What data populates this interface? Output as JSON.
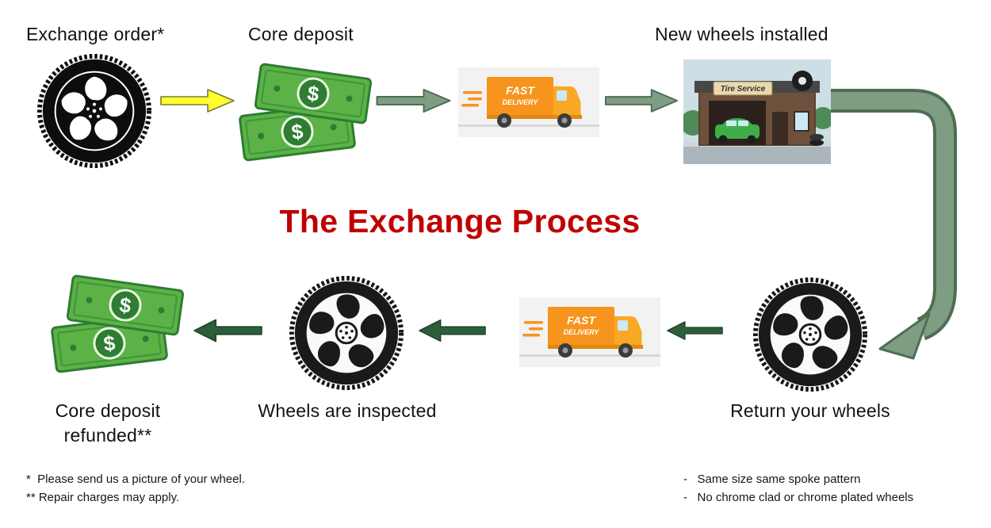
{
  "title": {
    "text": "The Exchange Process",
    "color": "#C00000"
  },
  "steps": {
    "exchange_order": {
      "label": "Exchange order*"
    },
    "core_deposit": {
      "label": "Core deposit"
    },
    "new_wheels": {
      "label": "New wheels installed"
    },
    "return_wheels": {
      "label": "Return your wheels"
    },
    "inspection": {
      "label": "Wheels are inspected"
    },
    "refund": {
      "label_line1": "Core deposit",
      "label_line2": "refunded**"
    }
  },
  "graphics": {
    "truck": {
      "line1": "FAST",
      "line2": "DELIVERY"
    },
    "shop_sign": "Tire Service",
    "money_symbol": "$"
  },
  "footnotes": {
    "left": [
      "*  Please send us a picture of your wheel.",
      "** Repair charges may apply."
    ],
    "right": [
      "-   Same size same spoke pattern",
      "-   No chrome clad or chrome plated wheels"
    ]
  },
  "colors": {
    "title_red": "#C00000",
    "money_green": "#5CB246",
    "money_dark_green": "#2E7D32",
    "truck_orange": "#F7941D",
    "arrow_yellow": "#FFFF2E",
    "arrow_sage": "#7E9D82",
    "arrow_dark_green": "#2D5E3B"
  }
}
